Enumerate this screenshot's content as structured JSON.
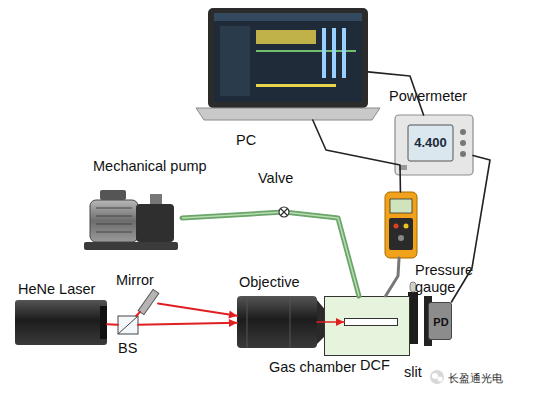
{
  "diagram": {
    "nodes": [
      {
        "text": [
          "PC"
        ]
      },
      {
        "text": [
          "Powermeter",
          "4.400"
        ]
      },
      {
        "text": [
          "Mechanical pump"
        ]
      },
      {
        "text": [
          "Pressure gauge"
        ]
      },
      {
        "text": [
          "HeNe Laser"
        ]
      },
      {
        "text": [
          "BS"
        ]
      },
      {
        "text": [
          "Mirror"
        ]
      },
      {
        "text": [
          "Objective"
        ]
      },
      {
        "text": [
          "Gas chamber"
        ]
      },
      {
        "text": [
          "DCF"
        ],
        "in": 8
      },
      {
        "text": [
          "slit"
        ]
      },
      {
        "text": [
          "PD"
        ]
      }
    ],
    "edges": [
      {
        "from": 0,
        "to": 1,
        "arrow": "none"
      },
      {
        "from": 0,
        "to": 3,
        "arrow": "none"
      },
      {
        "from": 1,
        "to": 11,
        "arrow": "none"
      },
      {
        "from": 2,
        "to": 8,
        "label": "Valve",
        "arrow": "none"
      },
      {
        "from": 3,
        "to": 8,
        "arrow": "none"
      },
      {
        "from": 4,
        "to": 5,
        "arrow": "none"
      },
      {
        "from": 5,
        "to": 6,
        "arrow": "none"
      },
      {
        "from": 5,
        "to": 7,
        "arrow": "to"
      },
      {
        "from": 6,
        "to": 7,
        "arrow": "to"
      },
      {
        "from": 7,
        "to": 9,
        "arrow": "to"
      }
    ],
    "labels": [
      "长盈通光电"
    ]
  }
}
